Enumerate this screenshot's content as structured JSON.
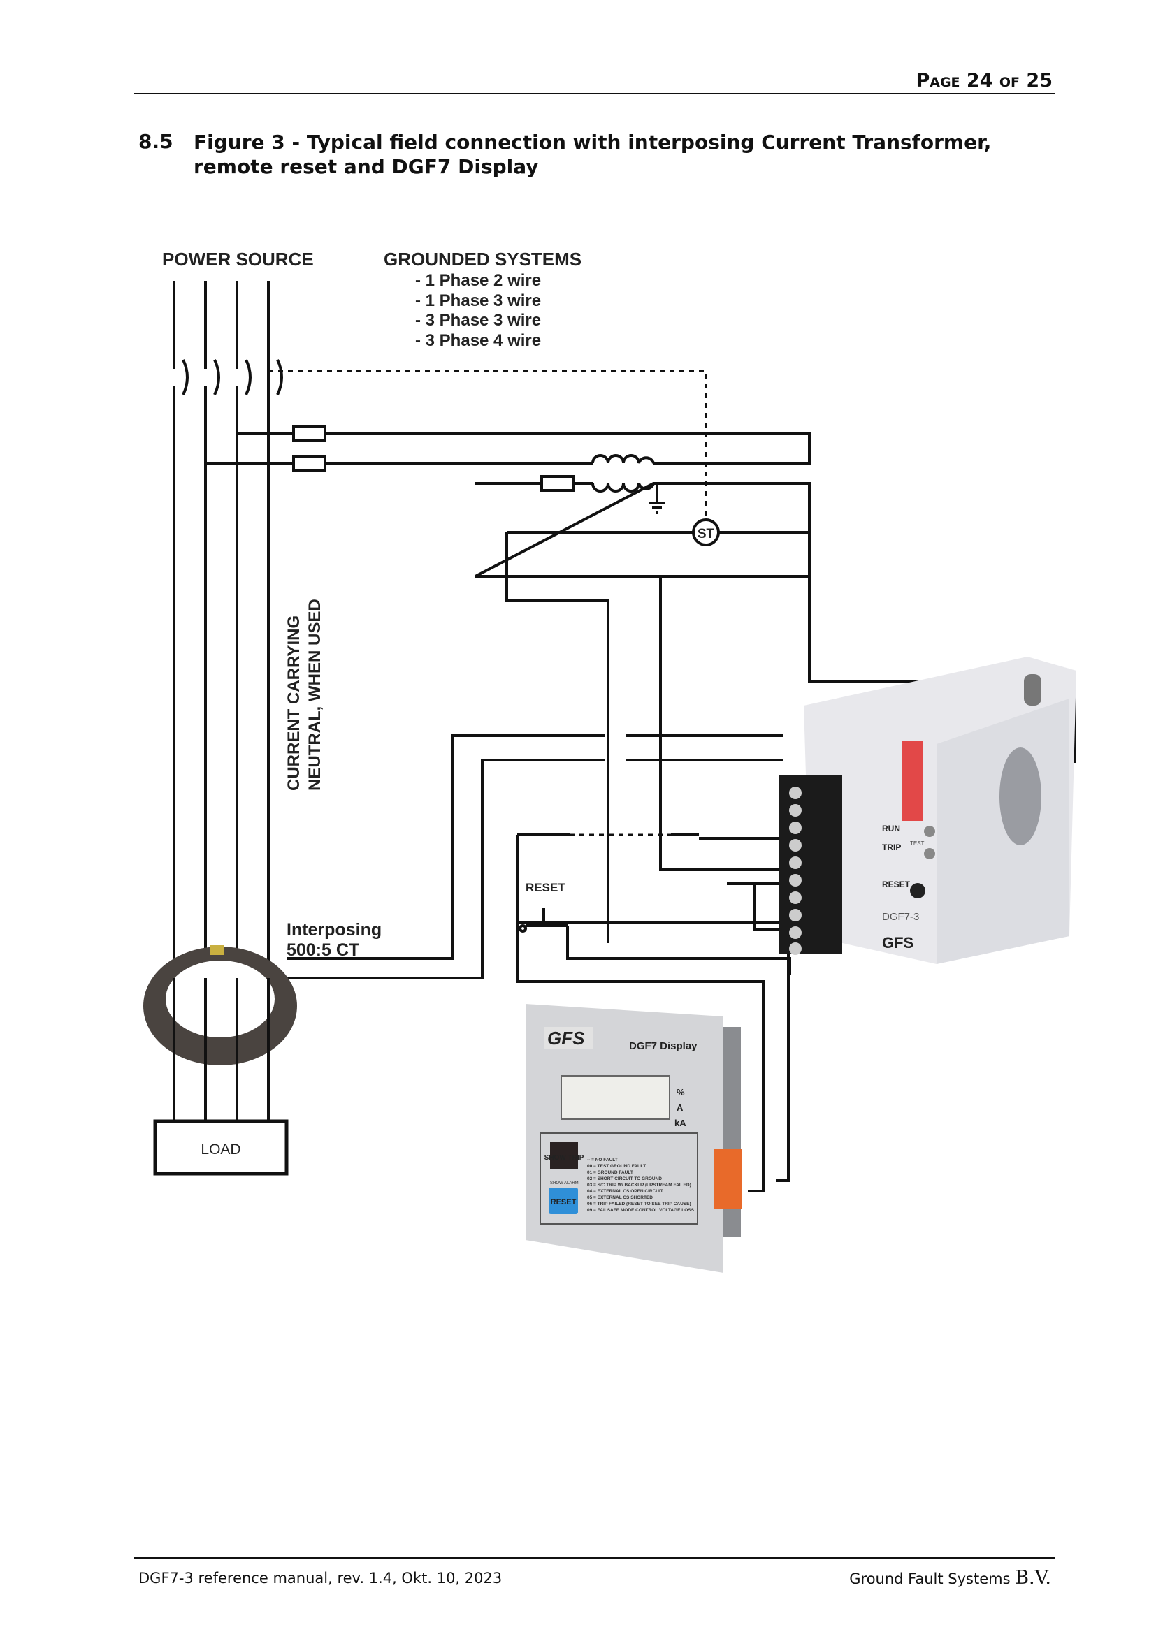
{
  "header": {
    "page_label": "Page 24 of 25"
  },
  "section": {
    "number": "8.5",
    "title": "Figure 3 - Typical field connection with interposing Current Transformer, remote reset and DGF7 Display"
  },
  "diagram": {
    "power_source": "POWER SOURCE",
    "grounded_systems": "GROUNDED SYSTEMS",
    "systems": [
      "- 1 Phase 2 wire",
      "- 1 Phase 3 wire",
      "- 3 Phase 3 wire",
      "- 3 Phase 4 wire"
    ],
    "neutral_line1": "CURRENT CARRYING",
    "neutral_line2": "NEUTRAL, WHEN USED",
    "ct_line1": "Interposing",
    "ct_line2": "500:5 CT",
    "load": "LOAD",
    "reset": "RESET",
    "shunt_trip": "ST",
    "relay": {
      "model": "DGF7-3",
      "brand": "GFS",
      "run": "RUN",
      "trip": "TRIP",
      "reset": "RESET",
      "test": "TEST"
    },
    "display": {
      "brand": "GFS",
      "title": "DGF7 Display",
      "units": [
        "%",
        "A",
        "kA"
      ],
      "show_trip": "SHOW TRIP",
      "show_alarm": "SHOW ALARM",
      "reset": "RESET",
      "codes": [
        "-- = NO FAULT",
        "00 = TEST GROUND FAULT",
        "01 = GROUND FAULT",
        "02 = SHORT CIRCUIT TO GROUND",
        "03 = S/C TRIP W/ BACKUP (UPSTREAM FAILED)",
        "04 = EXTERNAL CS OPEN CIRCUIT",
        "05 = EXTERNAL CS SHORTED",
        "06 = TRIP FAILED (RESET TO SEE TRIP CAUSE)",
        "09 = FAILSAFE MODE CONTROL VOLTAGE LOSS"
      ]
    }
  },
  "footer": {
    "left": "DGF7-3 reference manual, rev. 1.4, Okt. 10, 2023",
    "right": "Ground Fault Systems",
    "right_suffix": "B.V."
  }
}
